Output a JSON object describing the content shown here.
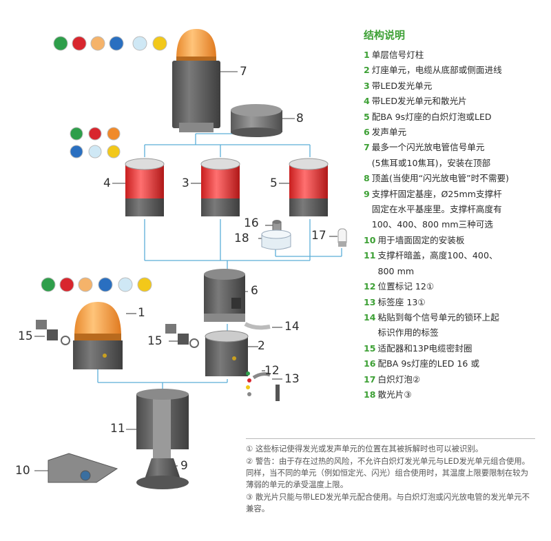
{
  "legend": {
    "title": "结构说明",
    "items": [
      {
        "num": "1",
        "text": "单层信号灯柱"
      },
      {
        "num": "2",
        "text": "灯座单元，电缆从底部或侧面进线"
      },
      {
        "num": "3",
        "text": "带LED发光单元"
      },
      {
        "num": "4",
        "text": "带LED发光单元和散光片"
      },
      {
        "num": "5",
        "text": "配BA 9s灯座的白炽灯泡或LED"
      },
      {
        "num": "6",
        "text": "发声单元"
      },
      {
        "num": "7",
        "text": "最多一个闪光放电管信号单元\n(5焦耳或10焦耳)，安装在顶部"
      },
      {
        "num": "8",
        "text": "顶盖(当使用“闪光放电管”时不需要)"
      },
      {
        "num": "9",
        "text": "支撑杆固定基座，Ø25mm支撑杆\n固定在水平基座里。支撑杆高度有\n100、400、800 mm三种可选"
      },
      {
        "num": "10",
        "text": "用于墙面固定的安装板"
      },
      {
        "num": "11",
        "text": "支撑杆暗盖，高度100、400、\n800 mm"
      },
      {
        "num": "12",
        "text": "位置标记 12①"
      },
      {
        "num": "13",
        "text": "标签座 13①"
      },
      {
        "num": "14",
        "text": "粘贴到每个信号单元的锁环上起\n标识作用的标签"
      },
      {
        "num": "15",
        "text": "适配器和13P电缆密封圈"
      },
      {
        "num": "16",
        "text": "配BA 9s灯座的LED 16 或"
      },
      {
        "num": "17",
        "text": "白炽灯泡②"
      },
      {
        "num": "18",
        "text": "散光片③"
      }
    ]
  },
  "notes": [
    "① 这些标记使得发光或发声单元的位置在其被拆解时也可以被识别。",
    "② 警告：由于存在过热的风险，不允许白炽灯发光单元与LED发光单元组合使用。同样，当不同的单元（例如恒定光、闪光）组合使用时，其温度上限要限制在较为薄弱的单元的承受温度上限。",
    "③ 散光片只能与带LED发光单元配合使用。与白炽灯泡或闪光放电管的发光单元不兼容。"
  ],
  "callouts": {
    "c1": "1",
    "c2": "2",
    "c3": "3",
    "c4": "4",
    "c5": "5",
    "c6": "6",
    "c7": "7",
    "c8": "8",
    "c9": "9",
    "c10": "10",
    "c11": "11",
    "c12": "12",
    "c13": "13",
    "c14": "14",
    "c15a": "15",
    "c15b": "15",
    "c16": "16",
    "c17": "17",
    "c18": "18"
  },
  "colors": {
    "accent": "#3da035",
    "line": "#5aaed8",
    "body": "#5e5e5e",
    "amber": "#f5a040",
    "red": "#e23a3a"
  },
  "color_dots": [
    "green",
    "red",
    "orange",
    "blue",
    "light-blue",
    "yellow"
  ]
}
